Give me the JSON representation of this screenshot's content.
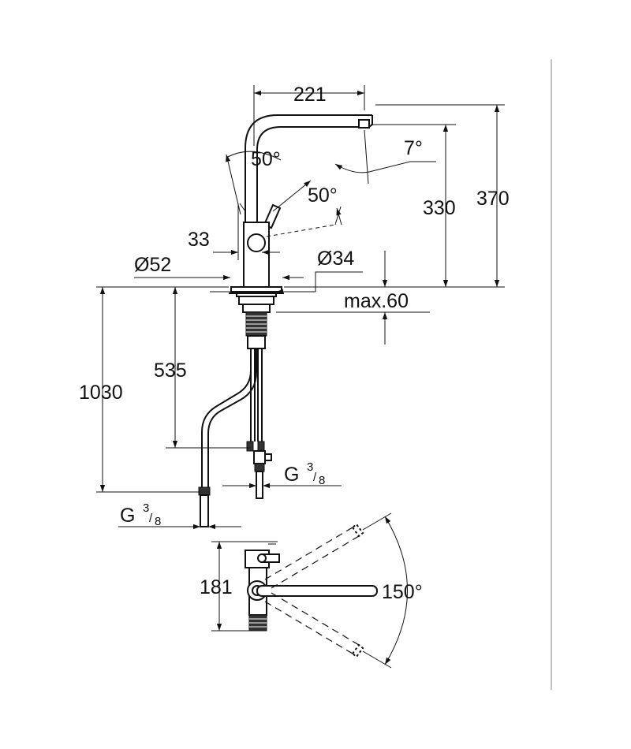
{
  "dimensions": {
    "spout_reach": "221",
    "spout_angle_left": "50°",
    "spout_angle_right": "50°",
    "outlet_tilt": "7°",
    "outlet_height": "330",
    "total_height": "370",
    "body_offset": "33",
    "base_diameter": "Ø52",
    "hole_diameter": "Ø34",
    "max_deck_thickness": "max.60",
    "supply_hose_length": "535",
    "spray_hose_length": "1030",
    "connection_right": {
      "base": "G",
      "sup": "3",
      "sub": "8"
    },
    "connection_left": {
      "base": "G",
      "sup": "3",
      "sub": "8"
    },
    "top_view_depth": "181",
    "swivel_range": "150°"
  },
  "colors": {
    "line": "#111111",
    "separator": "#9a9a9a",
    "thread": "#333333"
  }
}
